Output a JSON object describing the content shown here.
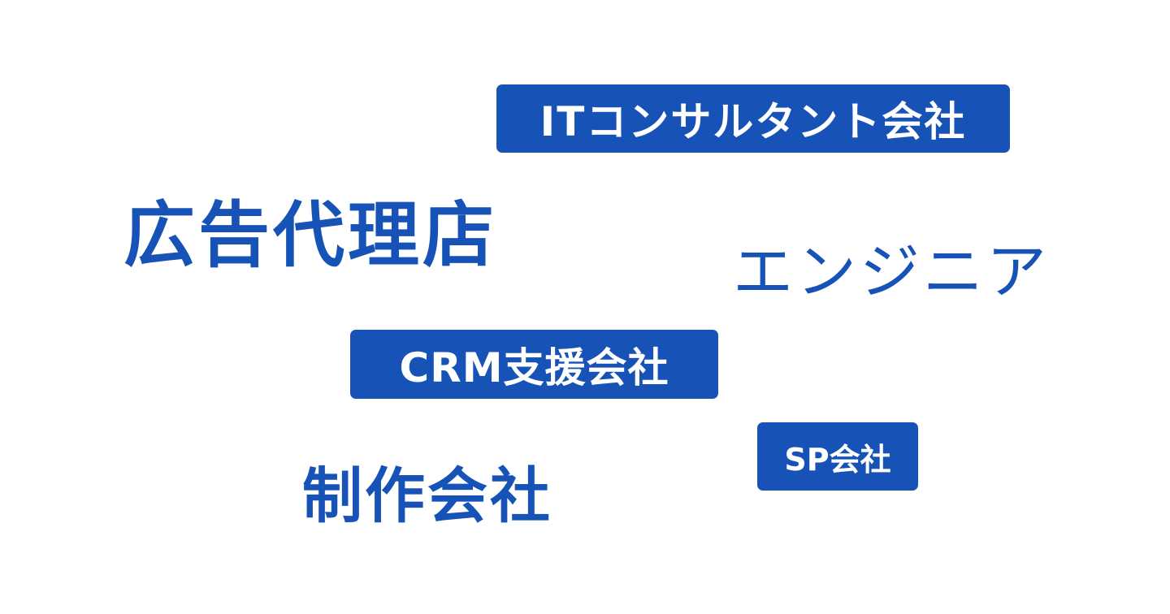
{
  "color": "#1753b6",
  "keywords": [
    {
      "label": "ITコンサルタント会社",
      "style": "tag"
    },
    {
      "label": "広告代理店",
      "style": "text"
    },
    {
      "label": "エンジニア",
      "style": "text"
    },
    {
      "label": "CRM支援会社",
      "style": "tag"
    },
    {
      "label": "SP会社",
      "style": "tag"
    },
    {
      "label": "制作会社",
      "style": "text"
    }
  ]
}
